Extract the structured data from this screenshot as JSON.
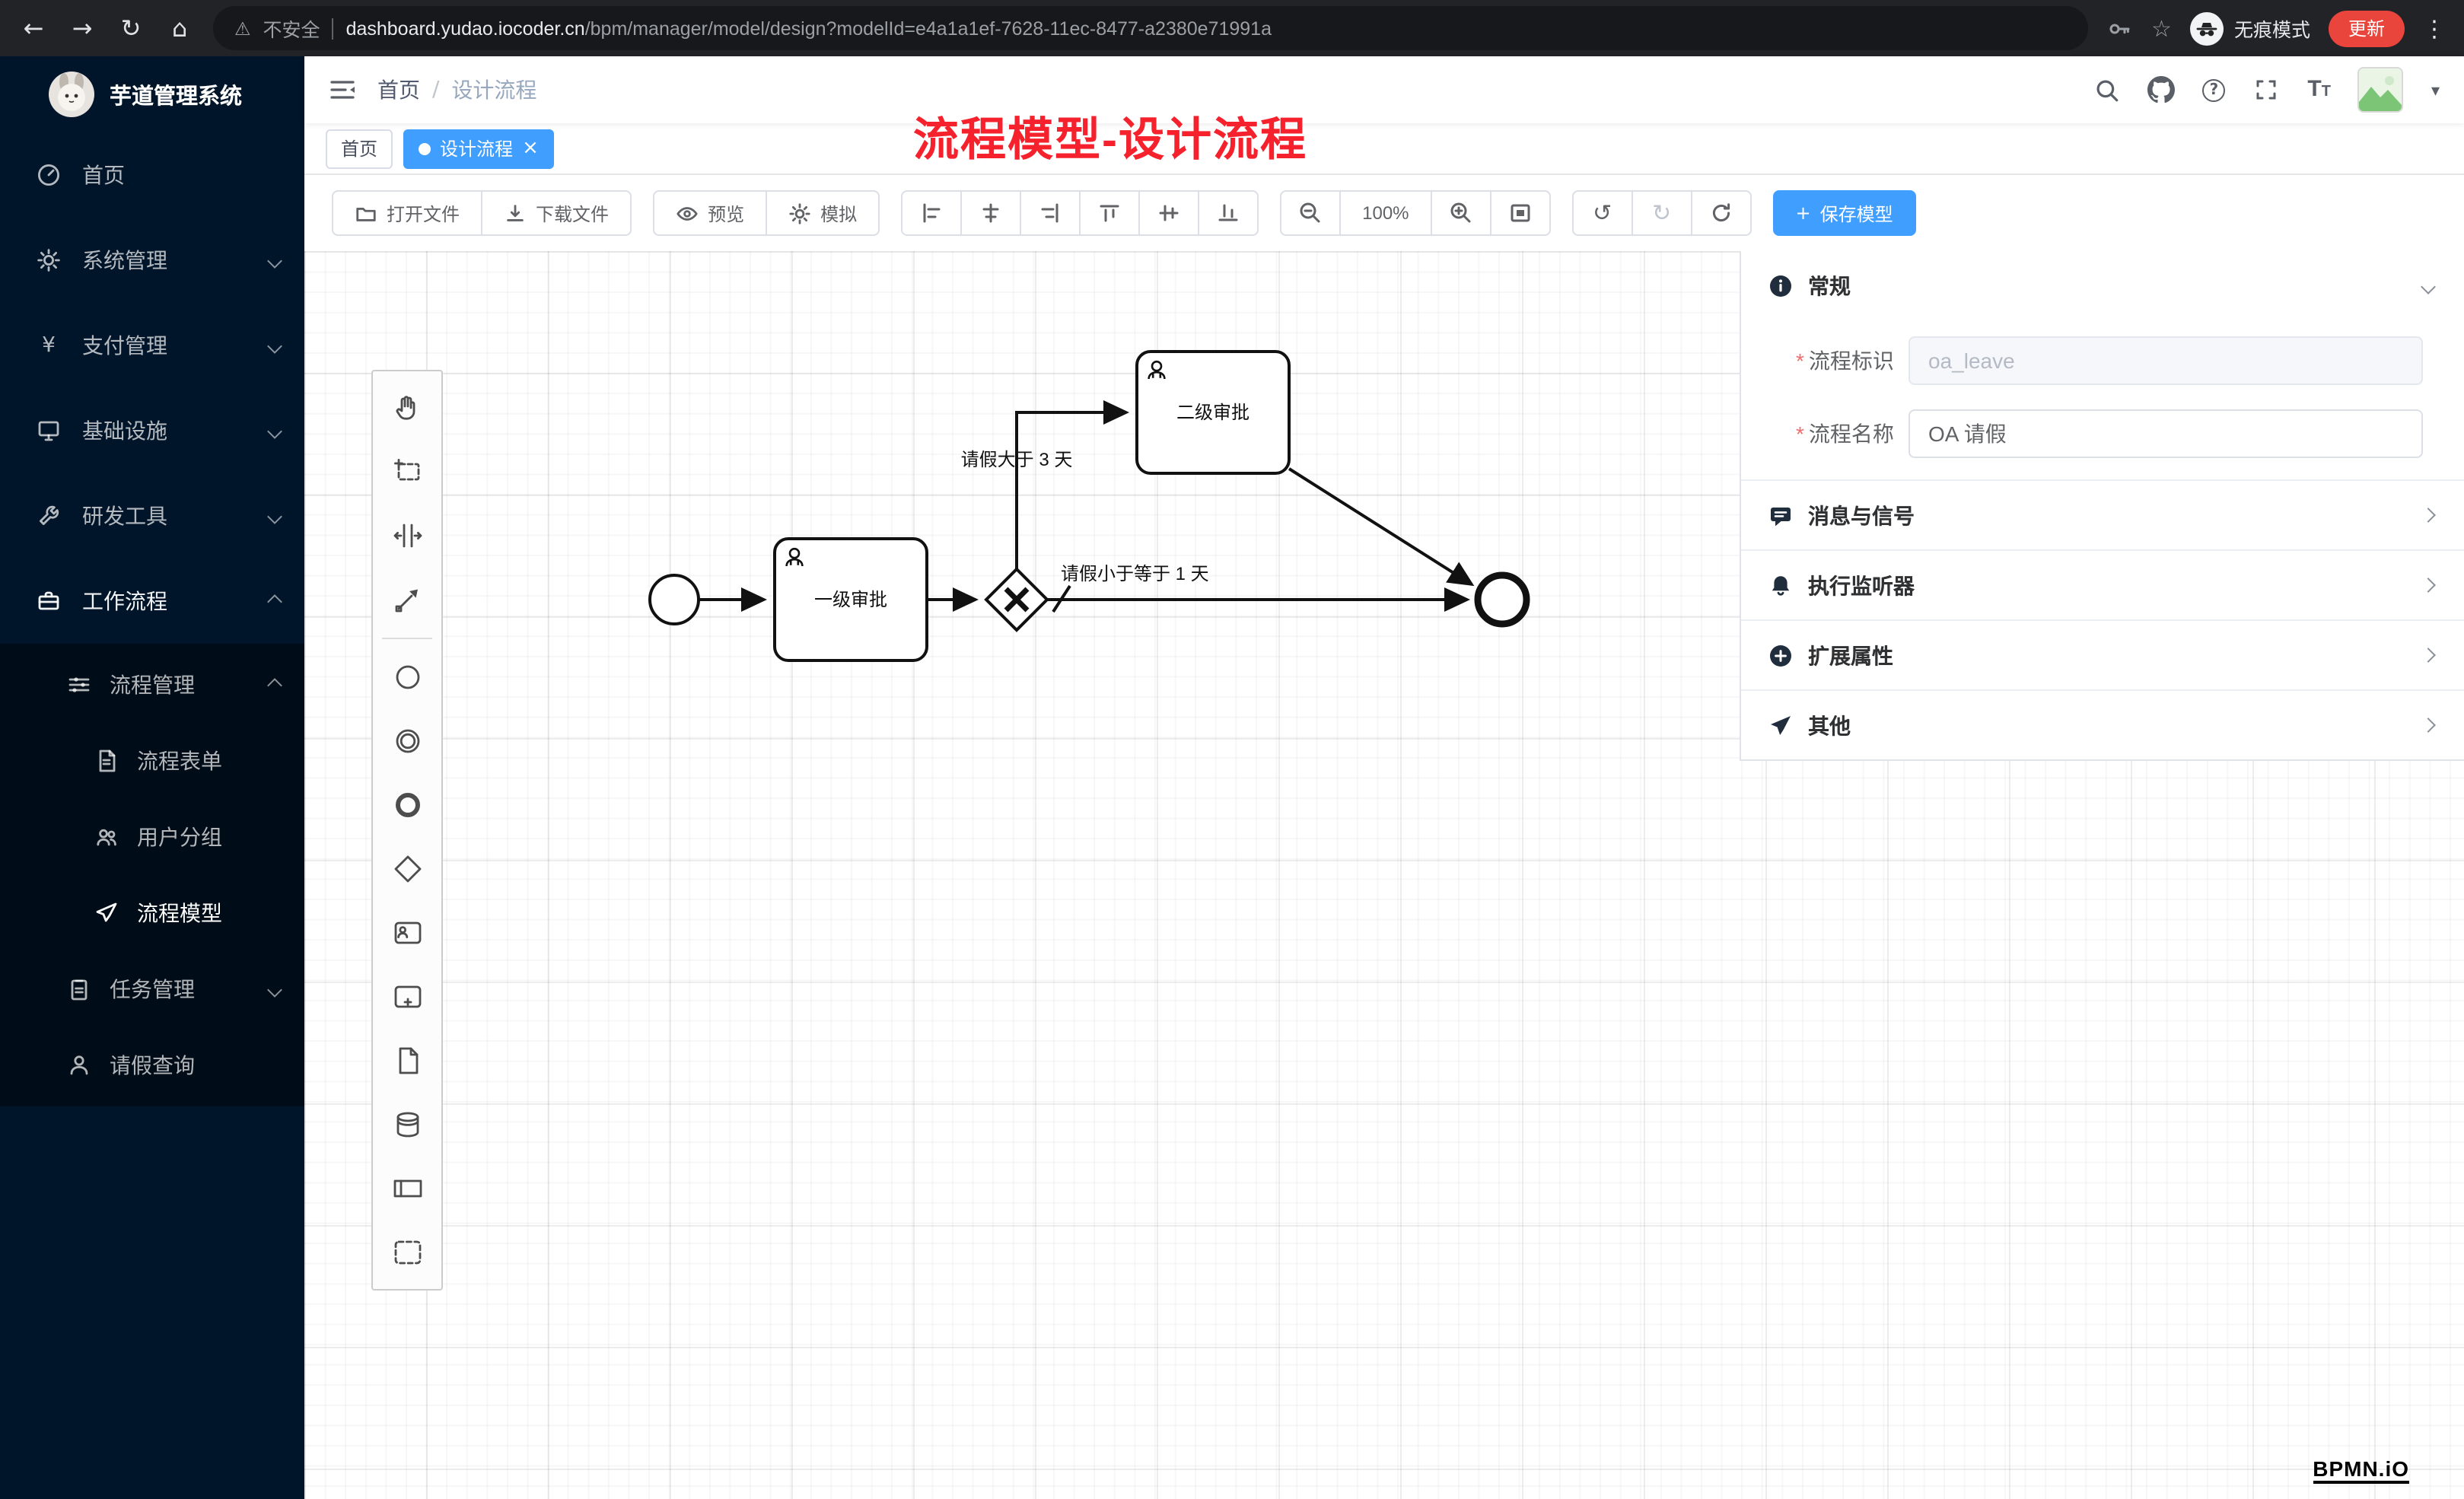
{
  "icons": {
    "back": "←",
    "forward": "→",
    "reload": "↻",
    "home": "⌂",
    "warning": "⚠",
    "star": "☆",
    "menu_dots": "⋮",
    "caret_down": "▾",
    "undo": "↺",
    "redo": "↻",
    "question": "?",
    "close": "×",
    "plus": "+",
    "separator": "/",
    "asterisk": "*",
    "yen": "¥",
    "t_big": "T",
    "t_small": "T"
  },
  "browser": {
    "warning_label": "不安全",
    "url_domain": "dashboard.yudao.iocoder.cn",
    "url_path": "/bpm/manager/model/design?modelId=e4a1a1ef-7628-11ec-8477-a2380e71991a",
    "incognito_label": "无痕模式",
    "update_label": "更新"
  },
  "sidebar": {
    "logo_title": "芋道管理系统",
    "items": [
      {
        "label": "首页"
      },
      {
        "label": "系统管理"
      },
      {
        "label": "支付管理"
      },
      {
        "label": "基础设施"
      },
      {
        "label": "研发工具"
      },
      {
        "label": "工作流程"
      }
    ],
    "submenu": {
      "process_group": "流程管理",
      "children": [
        {
          "label": "流程表单"
        },
        {
          "label": "用户分组"
        },
        {
          "label": "流程模型"
        }
      ],
      "task_group": "任务管理",
      "leave_query": "请假查询"
    }
  },
  "header": {
    "breadcrumb_home": "首页",
    "breadcrumb_current": "设计流程"
  },
  "annotation": "流程模型-设计流程",
  "tabs": [
    {
      "label": "首页"
    },
    {
      "label": "设计流程"
    }
  ],
  "toolbar": {
    "open_file": "打开文件",
    "download_file": "下载文件",
    "preview": "预览",
    "simulate": "模拟",
    "zoom_level": "100%",
    "save_model": "保存模型"
  },
  "diagram": {
    "task1": "一级审批",
    "task2": "二级审批",
    "flow_gt3": "请假大于 3 天",
    "flow_le1": "请假小于等于 1 天"
  },
  "panel": {
    "section_general": "常规",
    "field_key_label": "流程标识",
    "field_key_value": "oa_leave",
    "field_name_label": "流程名称",
    "field_name_value": "OA 请假",
    "section_message": "消息与信号",
    "section_listener": "执行监听器",
    "section_ext": "扩展属性",
    "section_other": "其他"
  },
  "watermark": "BPMN.iO"
}
